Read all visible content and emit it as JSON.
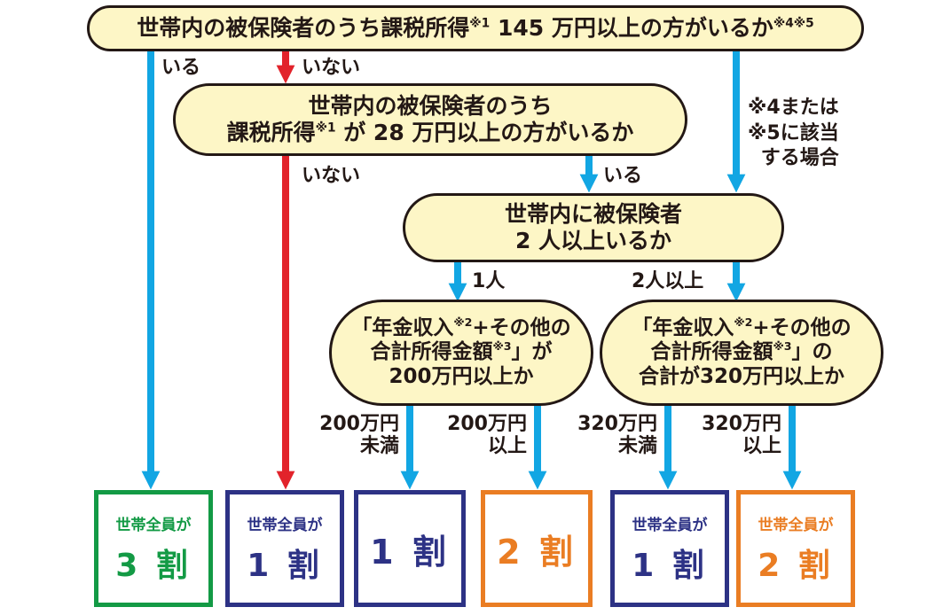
{
  "nodes": {
    "q1": {
      "a": "世帯内の被保険者のうち課税所得",
      "n1": "※1",
      "b": " 145 万円以上の方がいるか",
      "n2": "※4※5"
    },
    "q2": {
      "line1": "世帯内の被保険者のうち",
      "a": "課税所得",
      "n1": "※1",
      "b": " が 28 万円以上の方がいるか"
    },
    "q3": {
      "line1": "世帯内に被保険者",
      "line2": "2 人以上いるか"
    },
    "q4": {
      "a": "「年金収入",
      "n1": "※2",
      "b": "+その他の",
      "c": "合計所得金額",
      "n2": "※3",
      "d": "」が",
      "line3": "200万円以上か"
    },
    "q5": {
      "a": "「年金収入",
      "n1": "※2",
      "b": "+その他の",
      "c": "合計所得金額",
      "n2": "※3",
      "d": "」の",
      "line3": "合計が320万円以上か"
    }
  },
  "labels": {
    "iru1": "いる",
    "inai1": "いない",
    "note1": "※4または",
    "note2": "※5に該当",
    "note3": "する場合",
    "inai2": "いない",
    "iru2": "いる",
    "one_person": "1人",
    "two_plus": "2人以上",
    "under200_a": "200万円",
    "under200_b": "未満",
    "over200_a": "200万円",
    "over200_b": "以上",
    "under320_a": "320万円",
    "under320_b": "未満",
    "over320_a": "320万円",
    "over320_b": "以上"
  },
  "results": [
    {
      "top": "世帯全員が",
      "big": "3 割",
      "color": "#139a45"
    },
    {
      "top": "世帯全員が",
      "big": "1 割",
      "color": "#2d3285"
    },
    {
      "top": "",
      "big": "1 割",
      "color": "#2d3285"
    },
    {
      "top": "",
      "big": "2 割",
      "color": "#ea7d23"
    },
    {
      "top": "世帯全員が",
      "big": "1 割",
      "color": "#2d3285"
    },
    {
      "top": "世帯全員が",
      "big": "2 割",
      "color": "#ea7d23"
    }
  ],
  "colors": {
    "blue_arrow": "#12a6e3",
    "red_arrow": "#e2232b",
    "node_fill": "#fdf6c6",
    "text": "#231815"
  }
}
